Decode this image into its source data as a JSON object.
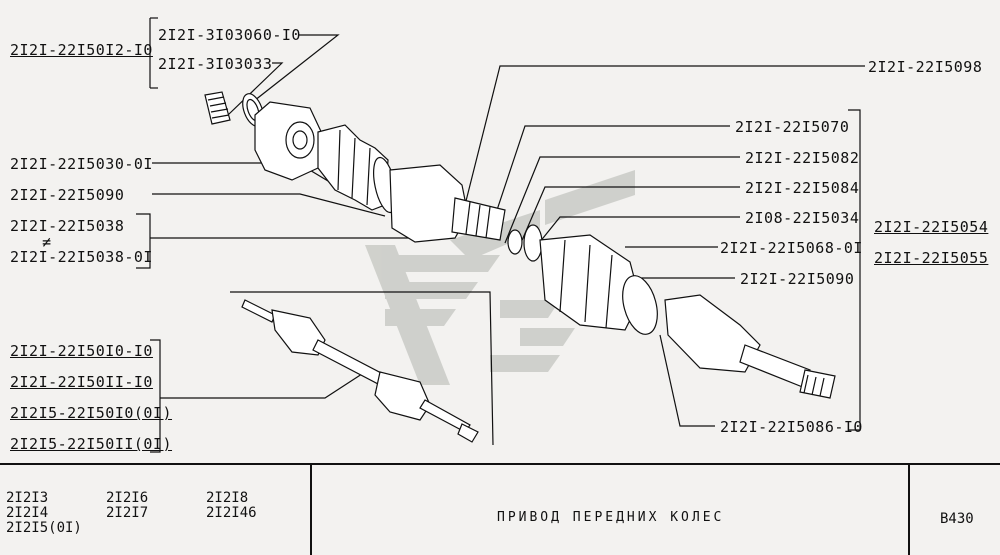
{
  "labels": {
    "l1": "2I2I-22I50I2-I0",
    "l2": "2I2I-3I03060-I0",
    "l3": "2I2I-3I03033",
    "l4": "2I2I-22I5030-0I",
    "l5": "2I2I-22I5090",
    "l6": "2I2I-22I5038",
    "l6sep": "≠",
    "l7": "2I2I-22I5038-0I",
    "l8": "2I2I-22I50I0-I0",
    "l9": "2I2I-22I50II-I0",
    "l10": "2I2I5-22I50I0(0I)",
    "l11": "2I2I5-22I50II(0I)",
    "r1": "2I2I-22I5098",
    "r2": "2I2I-22I5070",
    "r3": "2I2I-22I5082",
    "r4": "2I2I-22I5084",
    "r5": "2I08-22I5034",
    "r6": "2I2I-22I5068-0I",
    "r7": "2I2I-22I5090",
    "r8": "2I2I-22I5086-I0",
    "g1": "2I2I-22I5054",
    "g2": "2I2I-22I5055"
  },
  "footer": {
    "models": [
      "2I2I3",
      "2I2I4",
      "2I2I5(0I)",
      "2I2I6",
      "2I2I7",
      "2I2I8",
      "2I2I46"
    ],
    "title": "ПРИВОД ПЕРЕДНИХ КОЛЕС",
    "code": "B430"
  },
  "colors": {
    "ink": "#111111",
    "paper": "#f3f2f0",
    "watermark": "#c9cbc6"
  }
}
